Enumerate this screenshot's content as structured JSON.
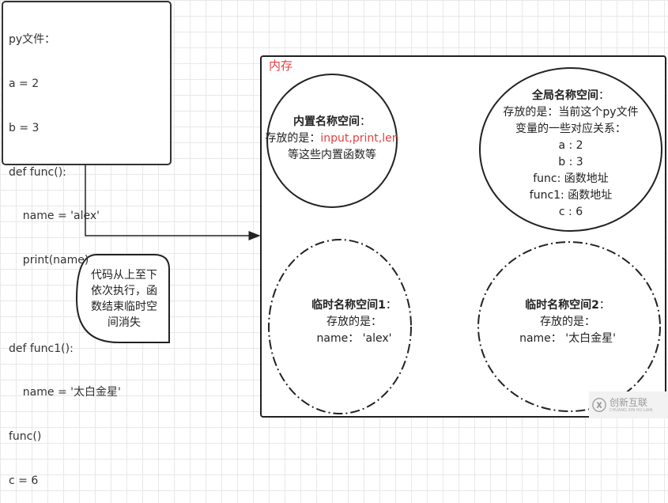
{
  "code_box": {
    "lines": [
      "py文件：",
      "a = 2",
      "b = 3",
      "def func():",
      "    name = 'alex'",
      "    print(name)",
      "",
      "def func1():",
      "    name = '太白金星'",
      "func()",
      "c = 6"
    ]
  },
  "memory": {
    "label": "内存"
  },
  "builtin": {
    "title": "内置名称空间",
    "colon": "：",
    "prefix": "存放的是：",
    "highlight": "input,print,len",
    "line3": "等这些内置函数等"
  },
  "global": {
    "title": "全局名称空间",
    "colon": "：",
    "lines": [
      "存放的是：当前这个py文件",
      "变量的一些对应关系：",
      "a : 2",
      "b : 3",
      "func: 函数地址",
      "func1: 函数地址",
      "c : 6"
    ]
  },
  "local1": {
    "title": "临时名称空间1",
    "colon": "：",
    "lines": [
      "存放的是：",
      "name： 'alex'"
    ]
  },
  "local2": {
    "title": "临时名称空间2",
    "colon": "：",
    "lines": [
      "存放的是：",
      "name： '太白金星'"
    ]
  },
  "note": {
    "lines": [
      "代码从上至下",
      "依次执行，函",
      "数结束临时空",
      "间消失"
    ]
  },
  "watermark": {
    "brand": "创新互联",
    "subtitle": "CHUANG XIN HU LIAN"
  },
  "colors": {
    "accent": "#e83f3f",
    "stroke": "#333333"
  }
}
